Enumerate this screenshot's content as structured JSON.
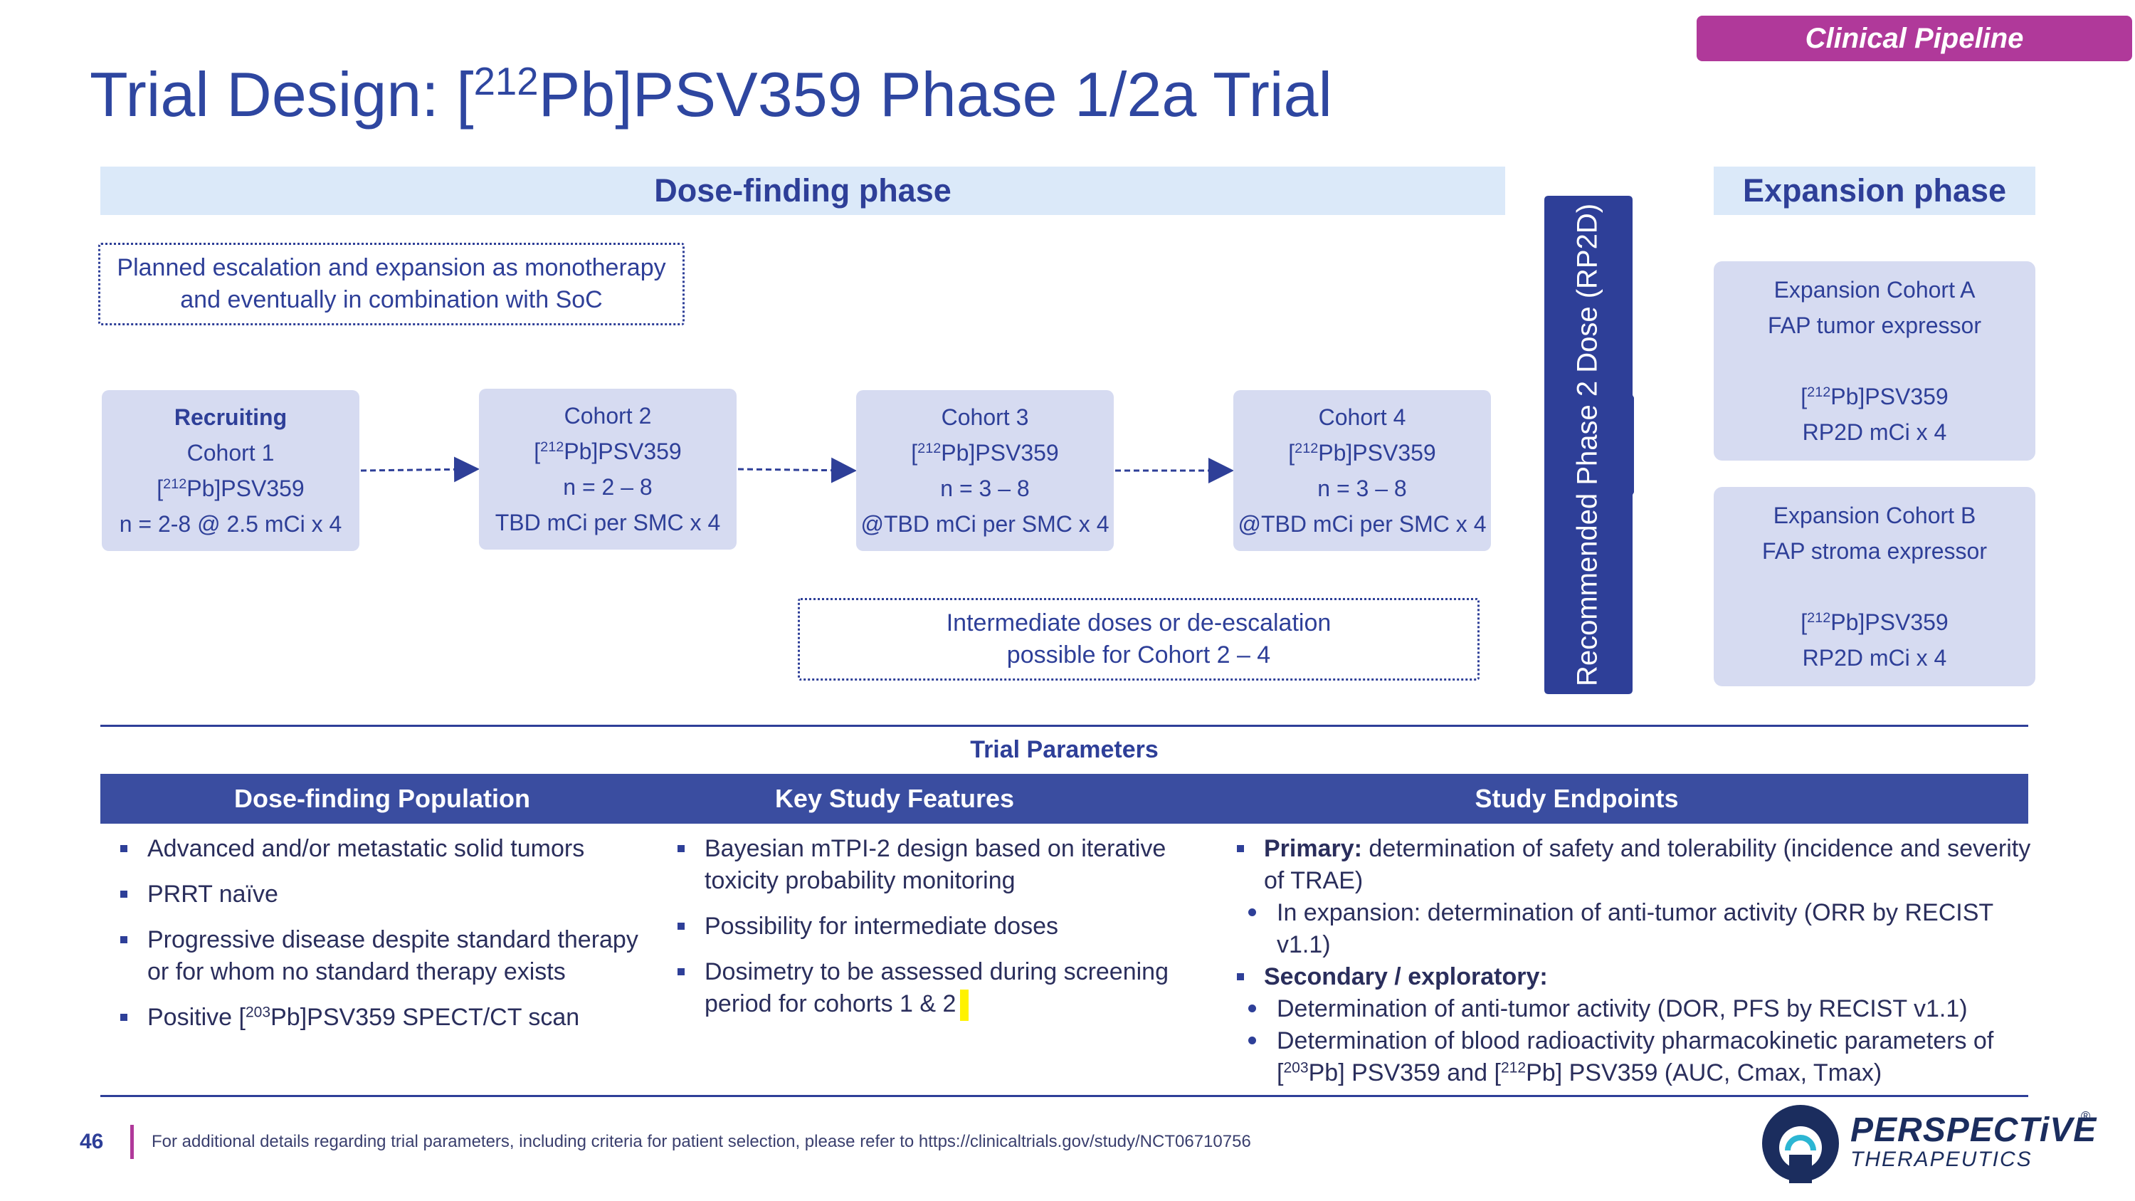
{
  "header": {
    "tag": "Clinical Pipeline",
    "title_pre": "Trial Design: [",
    "title_sup": "212",
    "title_post": "Pb]PSV359 Phase 1/2a Trial"
  },
  "phases": {
    "dose_finding": "Dose-finding phase",
    "expansion": "Expansion phase",
    "rp2d": "Recommended Phase 2 Dose (RP2D)"
  },
  "notes": {
    "planned_line1": "Planned escalation and expansion as monotherapy",
    "planned_line2": "and eventually in combination with SoC",
    "intermediate_line1": "Intermediate doses or de-escalation",
    "intermediate_line2": "possible for Cohort 2 – 4"
  },
  "cohorts": [
    {
      "status": "Recruiting",
      "name": "Cohort 1",
      "isotope": "212",
      "drug": "Pb]PSV359",
      "n": "n = 2-8 @ 2.5 mCi x 4"
    },
    {
      "name": "Cohort 2",
      "isotope": "212",
      "drug": "Pb]PSV359",
      "n": "n = 2 – 8",
      "dose": "TBD mCi per SMC x 4"
    },
    {
      "name": "Cohort 3",
      "isotope": "212",
      "drug": "Pb]PSV359",
      "n": "n = 3 – 8",
      "dose": "@TBD mCi per SMC x 4"
    },
    {
      "name": "Cohort 4",
      "isotope": "212",
      "drug": "Pb]PSV359",
      "n": "n = 3 – 8",
      "dose": "@TBD mCi per SMC x 4"
    }
  ],
  "expansion": [
    {
      "name": "Expansion Cohort A",
      "desc": "FAP tumor expressor",
      "isotope": "212",
      "drug": "Pb]PSV359",
      "dose": "RP2D mCi x 4"
    },
    {
      "name": "Expansion Cohort B",
      "desc": "FAP stroma expressor",
      "isotope": "212",
      "drug": "Pb]PSV359",
      "dose": "RP2D mCi x 4"
    }
  ],
  "params": {
    "title": "Trial Parameters",
    "headers": [
      "Dose-finding Population",
      "Key Study Features",
      "Study Endpoints"
    ],
    "population": [
      "Advanced and/or metastatic solid tumors",
      "PRRT naïve",
      "Progressive disease despite standard therapy or for whom no standard therapy exists"
    ],
    "population_last_pre": "Positive [",
    "population_last_sup": "203",
    "population_last_post": "Pb]PSV359 SPECT/CT scan",
    "features": [
      "Bayesian mTPI-2 design based on iterative toxicity probability monitoring",
      "Possibility for intermediate doses",
      "Dosimetry to be assessed during screening period for cohorts 1 & 2"
    ],
    "endpoints": {
      "primary_label": "Primary:",
      "primary_text": " determination of safety and tolerability (incidence and severity of TRAE)",
      "primary_sub": "In expansion: determination of anti-tumor activity (ORR by RECIST v1.1)",
      "secondary_label": "Secondary / exploratory:",
      "secondary_sub1": "Determination of anti-tumor activity (DOR, PFS by RECIST v1.1)",
      "secondary_sub2_pre": "Determination of blood radioactivity pharmacokinetic parameters of [",
      "secondary_sub2_sup1": "203",
      "secondary_sub2_mid": "Pb] PSV359 and [",
      "secondary_sub2_sup2": "212",
      "secondary_sub2_post": "Pb] PSV359 (AUC, Cmax, Tmax)"
    }
  },
  "footer": {
    "page": "46",
    "note": "For additional details regarding trial parameters, including criteria for patient selection, please refer to https://clinicaltrials.gov/study/NCT06710756"
  },
  "logo": {
    "name": "PERSPECTiVE",
    "sub": "THERAPEUTICS",
    "reg": "®"
  },
  "colors": {
    "brand_blue": "#2e3f98",
    "tag_magenta": "#b0399a",
    "box_fill": "#d6dbf1",
    "band_fill": "#dbe9f9"
  }
}
